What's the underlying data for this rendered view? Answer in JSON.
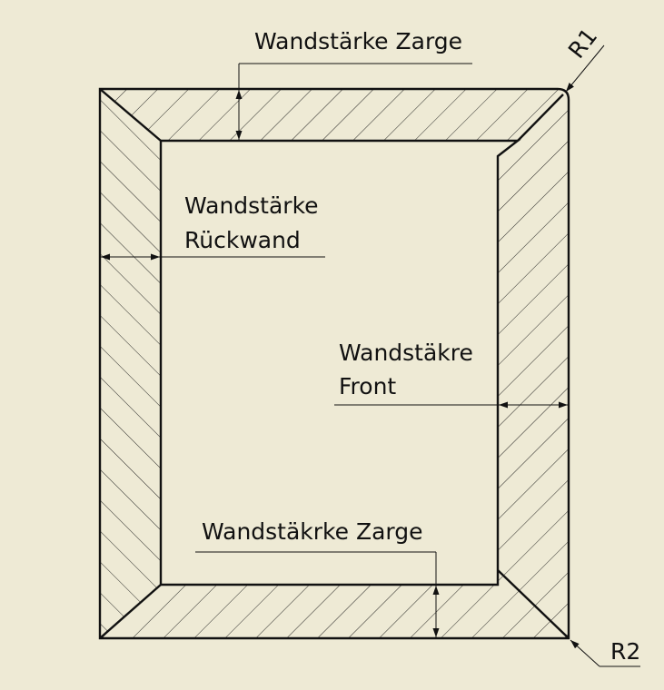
{
  "drawing": {
    "labels": {
      "zarge_top": "Wandstärke Zarge",
      "rueckwand_line1": "Wandstärke",
      "rueckwand_line2": "Rückwand",
      "front_line1": "Wandstäkre",
      "front_line2": "Front",
      "zarge_bottom": "Wandstäkrke Zarge",
      "radius_1": "R1",
      "radius_2": "R2"
    },
    "colors": {
      "paper": "#eeead5",
      "ink": "#111111"
    },
    "hatch_direction": {
      "zarge_top": "diagonal-up",
      "zarge_bottom": "diagonal-up",
      "front": "diagonal-up",
      "rueckwand": "diagonal-down"
    }
  }
}
